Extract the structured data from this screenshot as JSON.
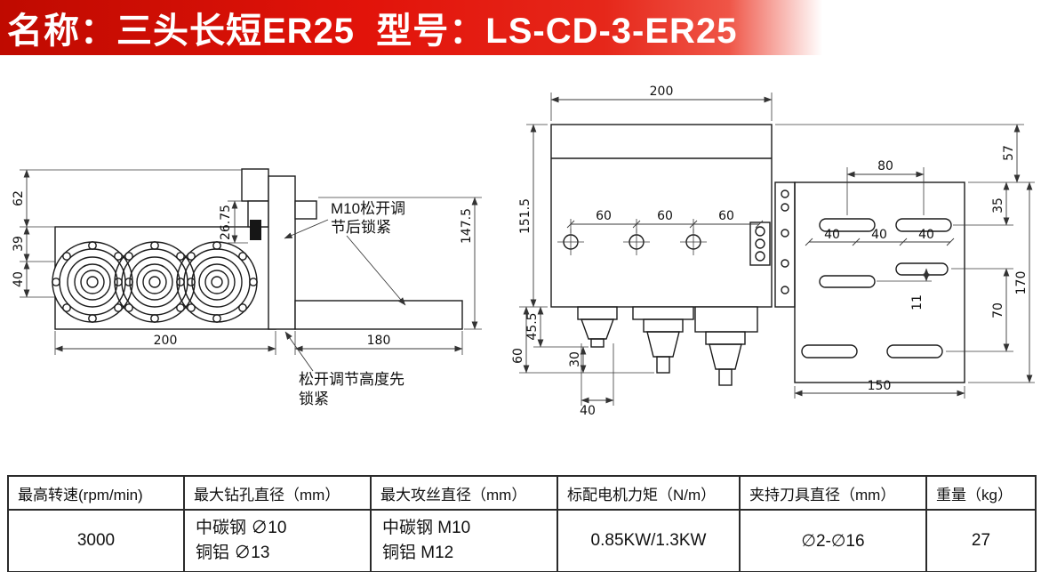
{
  "header": {
    "title": "名称：三头长短ER25  型号：LS-CD-3-ER25"
  },
  "left_view": {
    "dim_62": "62",
    "dim_39": "39",
    "dim_40": "40",
    "dim_26_75": "26.75",
    "dim_200": "200",
    "dim_180": "180",
    "dim_147_5": "147.5",
    "note_m10_line1": "M10松开调",
    "note_m10_line2": "节后锁紧",
    "note_height_line1": "松开调节高度先",
    "note_height_line2": "锁紧"
  },
  "right_view": {
    "dim_200": "200",
    "dim_151_5": "151.5",
    "dim_60_a": "60",
    "dim_60_b": "60",
    "dim_60_c": "60",
    "dim_45_5": "45.5",
    "dim_60_left": "60",
    "dim_30": "30",
    "dim_40_bottom": "40",
    "dim_80": "80",
    "dim_57": "57",
    "dim_35": "35",
    "dim_40_a": "40",
    "dim_40_b": "40",
    "dim_40_c": "40",
    "dim_11": "11",
    "dim_70": "70",
    "dim_170": "170",
    "dim_150": "150"
  },
  "table": {
    "headers": [
      "最高转速(rpm/min)",
      "最大钻孔直径（mm）",
      "最大攻丝直径（mm）",
      "标配电机力矩（N/m）",
      "夹持刀具直径（mm）",
      "重量（kg）"
    ],
    "row": {
      "max_speed": "3000",
      "drill_line1": "中碳钢 ∅10",
      "drill_line2": "铜铝 ∅13",
      "tap_line1": "中碳钢 M10",
      "tap_line2": "铜铝 M12",
      "motor_torque": "0.85KW/1.3KW",
      "tool_diameter": "∅2-∅16",
      "weight": "27"
    }
  }
}
